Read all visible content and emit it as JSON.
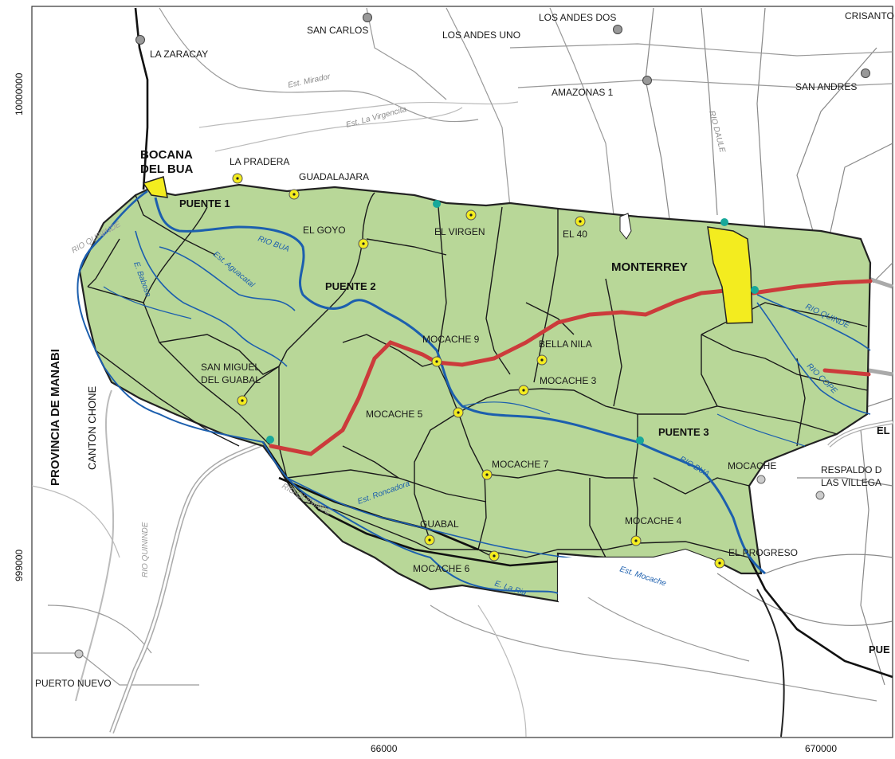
{
  "coordinates": {
    "y_top": "10000000",
    "y_bottom": "999000",
    "x_left": "66000",
    "x_right": "670000"
  },
  "side_labels": {
    "province": "PROVINCIA DE MANABI",
    "canton": "CANTON CHONE"
  },
  "places": {
    "bocana1": "BOCANA",
    "bocana2": "DEL BUA",
    "monterrey": "MONTERREY",
    "puente1": "PUENTE 1",
    "puente2": "PUENTE 2",
    "puente3": "PUENTE 3",
    "la_zaracay": "LA ZARACAY",
    "san_carlos": "SAN CARLOS",
    "los_andes_uno": "LOS ANDES UNO",
    "los_andes_dos": "LOS ANDES DOS",
    "crisanto": "CRISANTO",
    "amazonas": "AMAZONAS 1",
    "san_andres": "SAN ANDRES",
    "la_pradera": "LA PRADERA",
    "guadalajara": "GUADALAJARA",
    "el_goyo": "EL GOYO",
    "el_virgen": "EL VIRGEN",
    "el_40": "EL 40",
    "mocache9": "MOCACHE 9",
    "bella_nila": "BELLA NILA",
    "mocache3": "MOCACHE 3",
    "mocache5": "MOCACHE 5",
    "mocache7": "MOCACHE 7",
    "san_miguel1": "SAN MIGUEL",
    "san_miguel2": "DEL GUABAL",
    "guabal": "GUABAL",
    "mocache6": "MOCACHE 6",
    "mocache4": "MOCACHE 4",
    "mocache": "MOCACHE",
    "el_progreso": "EL PROGRESO",
    "respaldo1": "RESPALDO D",
    "respaldo2": "LAS VILLEGA",
    "el_edge": "EL",
    "pue_edge": "PUE",
    "puerto_nuevo": "PUERTO NUEVO"
  },
  "rivers": {
    "rio_quininde": "RIO QUININDE",
    "rio_quininde_w": "RIO QUININDE",
    "rio_bua": "RIO BUA",
    "rio_bua_2": "RIO BUA",
    "e_baboso": "E. Baboso",
    "est_aguacatal": "Est. Aguacatal",
    "rio_quinde_e": "RIO QUINDE",
    "rio_cope": "RIO COPE",
    "est_roncadora": "Est. Roncadora",
    "rio_quinindes": "RIO QUININDE",
    "est_mocache": "Est. Mocache",
    "e_la_ria": "E. La Ria",
    "est_la_virgencita": "Est. La Virgencita",
    "est_mirador": "Est. Mirador",
    "rio_daule": "RIO DAULE"
  },
  "colors": {
    "parish_fill": "#b8d798",
    "town_fill": "#f3ec1f",
    "road_main": "#cc3b3b",
    "river": "#1c5fae",
    "bridge": "#18a89a"
  }
}
